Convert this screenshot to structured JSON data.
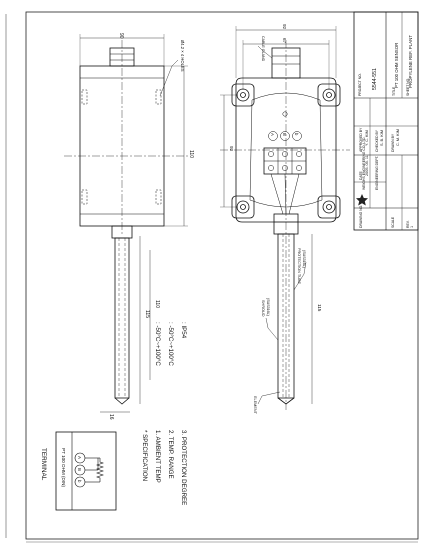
{
  "drawing": {
    "project_no_label": "PROJECT NO.",
    "project_no": "5544-551",
    "company": "WEIGHS ENGINEERING CO.,LTD.",
    "company_sub": "ENGINEERING DEPT.",
    "title_label": "TITLE",
    "title_line1": "PT 100 OHM SENSOR",
    "title_line2": "PROPYLENE REF. PLANT",
    "approved_label": "APPROVED BY",
    "approved_by": "Y. C. KIM",
    "checked_label": "CHECKED BY",
    "checked_by": "S. B. KIM",
    "drawn_label": "DRAWN BY",
    "drawn_by": "C. M. KIM",
    "date_label": "DATE",
    "date": "2005. 05. 11",
    "drawing_no_label": "DRAWING NO.",
    "drawing_no": "",
    "scale_label": "SCALE",
    "rev_label": "REV.",
    "sheet_label": "SHEET NO.",
    "sheet_no": "1"
  },
  "side_view": {
    "dim_top": "90",
    "dim_height": "110",
    "holes": "Ø4.2 × 4 HOLES",
    "dim_115": "115",
    "dim_110": "110",
    "dim_16": "16"
  },
  "front_view": {
    "dim_top_outer": "92",
    "dim_top_inner": "67",
    "cable_gland": "CABLE GLAND",
    "dim_height": "92",
    "protection_tube": "PROTECTION TUBE",
    "protection_tube_spec": "(SUS316L)",
    "shroud": "SHROUD",
    "shroud_spec": "(SUS316L)",
    "element": "ELEMENT",
    "dim_115": "115",
    "terminals": [
      "A",
      "B",
      "b"
    ]
  },
  "terminal_box": {
    "title": "TERMINAL",
    "terminals": [
      "A",
      "B",
      "b"
    ],
    "caption": "PT 100 OHM (DIN)"
  },
  "specification": {
    "heading": "* SPECIFICATION",
    "lines": [
      {
        "label": "1. AMBIENT TEMP",
        "value": ": -50°C~+100°C"
      },
      {
        "label": "2. TEMP. RANGE",
        "value": ": -50°C~+100°C"
      },
      {
        "label": "3. PROTECTION DEGREE",
        "value": ": IP54"
      }
    ]
  }
}
